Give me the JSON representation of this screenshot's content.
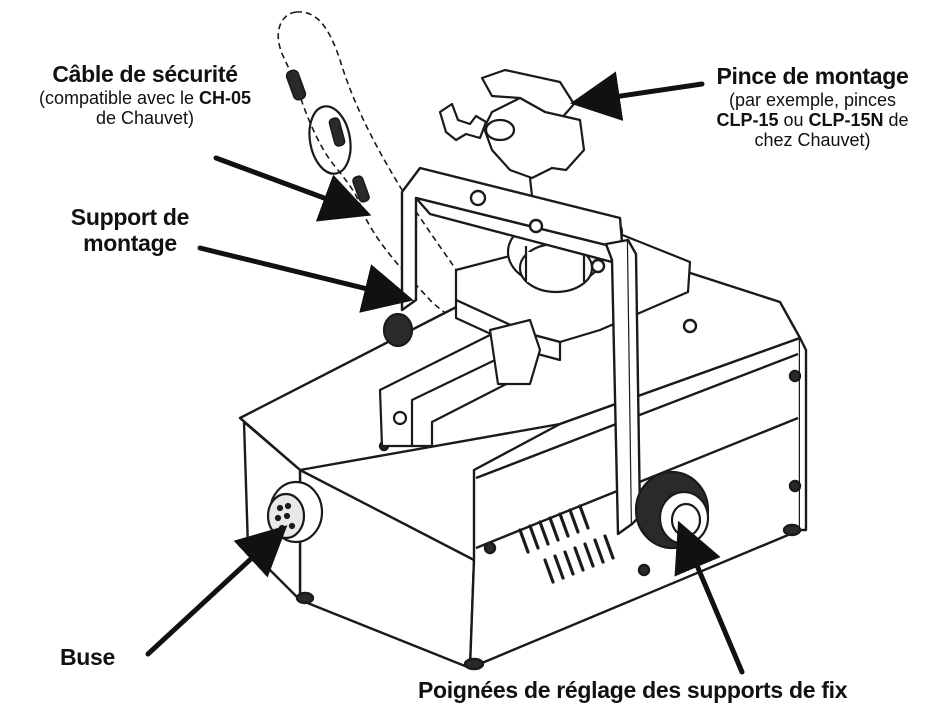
{
  "labels": {
    "safety_cable": {
      "title": "Câble de sécurité",
      "line1_prefix": "(compatible avec le ",
      "line1_bold": "CH-05",
      "line2": "de Chauvet)"
    },
    "mounting_clamp": {
      "title": "Pince de montage",
      "line1": "(par exemple, pinces",
      "line2_bold_a": "CLP-15",
      "line2_mid": " ou ",
      "line2_bold_b": "CLP-15N",
      "line2_end": " de",
      "line3": "chez Chauvet)"
    },
    "mounting_bracket": {
      "line1": "Support de",
      "line2": "montage"
    },
    "nozzle": {
      "title": "Buse"
    },
    "adjustment_knobs": {
      "title": "Poignées de réglage des supports de fix"
    }
  },
  "colors": {
    "line": "#1a1a1a",
    "body_fill": "#ffffff",
    "text": "#111111"
  }
}
